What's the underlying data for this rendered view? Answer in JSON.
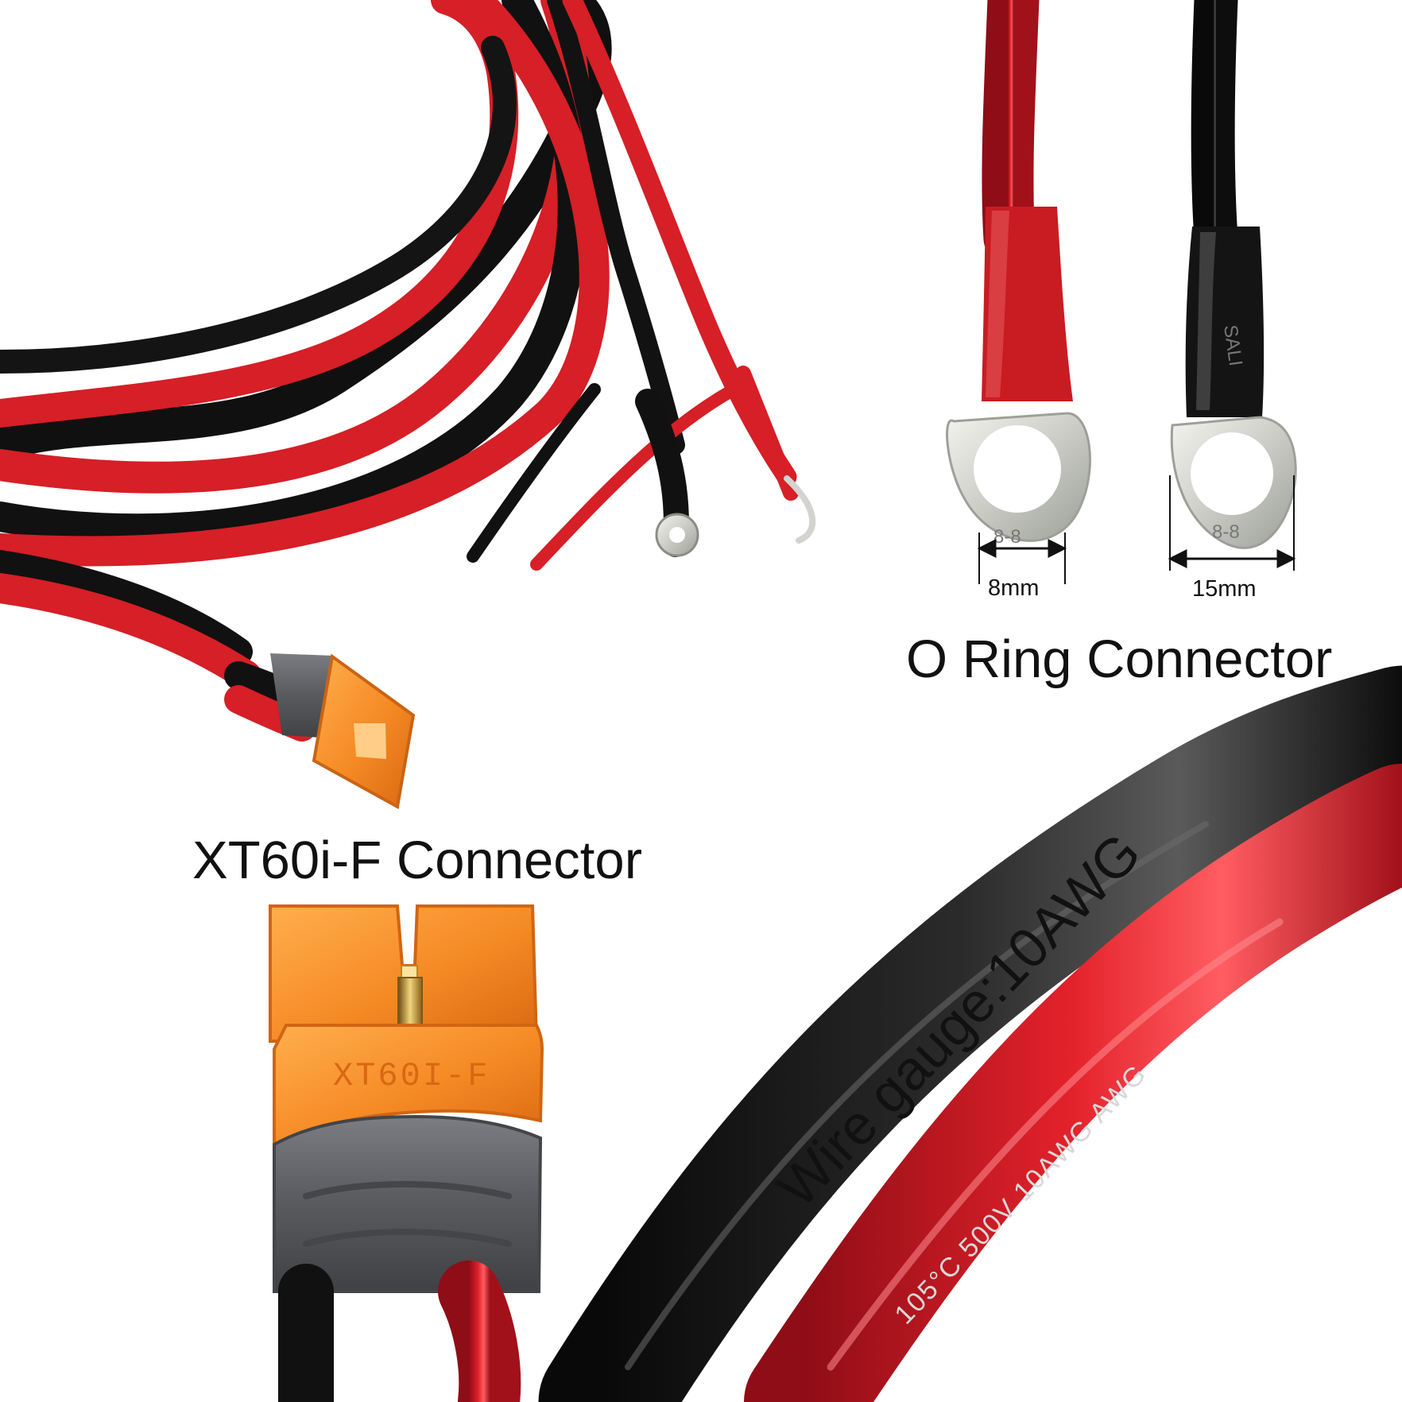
{
  "image": {
    "background": "#ffffff",
    "colors": {
      "red_wire": "#d61f26",
      "black_wire": "#1b1b1b",
      "connector_orange": "#f58a24",
      "connector_gray": "#5b5d61",
      "ring_metal": "#d7d7d2"
    }
  },
  "labels": {
    "oring_connector": "O Ring Connector",
    "xt60_connector": "XT60i-F Connector",
    "wire_gauge": "Wire gauge:10AWG"
  },
  "dimensions": {
    "small_ring_width": "8mm",
    "large_ring_width": "15mm"
  },
  "printed_markings": {
    "xt60_body": "XT60I-F",
    "black_wire_text": "105°C 500V 10AWG AWG",
    "small_ring_stamp": "8-8",
    "large_ring_stamp": "8-8",
    "sleeve_text": "SALI"
  },
  "icons": {
    "wire_bundle": "cable-bundle",
    "o_ring_terminal": "o-ring-terminal",
    "xt60_connector": "xt60-connector",
    "closeup_wire": "wire-closeup"
  }
}
